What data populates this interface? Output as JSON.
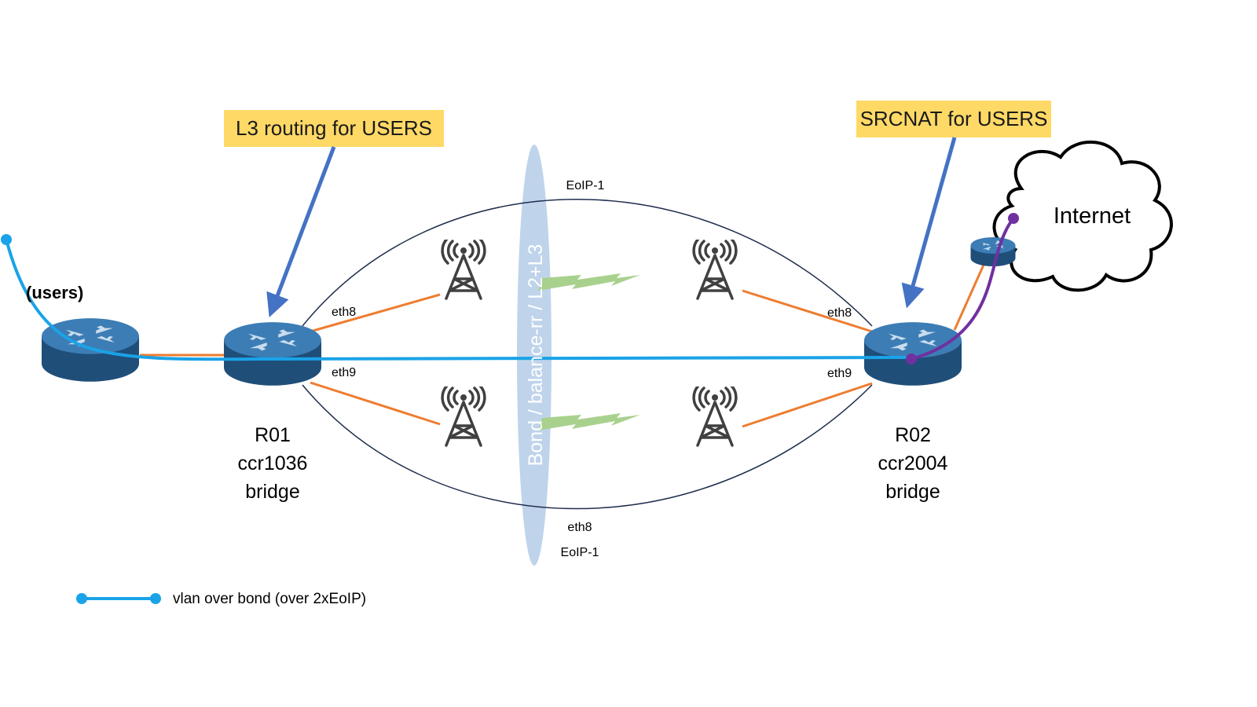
{
  "callouts": {
    "left": "L3 routing for USERS",
    "right": "SRCNAT for USERS"
  },
  "cloud": {
    "label": "Internet"
  },
  "users_label": "(users)",
  "bond": {
    "label": "Bond / balance-rr / L2+L3"
  },
  "tunnels": {
    "top_label": "EoIP-1",
    "bottom_label": "EoIP-1",
    "bottom_port": "eth8"
  },
  "r01": {
    "name": "R01",
    "model": "ccr1036",
    "mode": "bridge",
    "port_top": "eth8",
    "port_bottom": "eth9"
  },
  "r02": {
    "name": "R02",
    "model": "ccr2004",
    "mode": "bridge",
    "port_top": "eth8",
    "port_bottom": "eth9"
  },
  "legend": {
    "label": "vlan over bond (over 2xEoIP)"
  },
  "colors": {
    "vlan_line": "#1aa3e8",
    "orange_link": "#ed7d31",
    "eoip_curve": "#1f2d4d",
    "callout_bg": "#ffd966",
    "arrow": "#4472c4",
    "purple_path": "#7030a0",
    "bond_ellipse": "#b4cce8",
    "router_top": "#3d7db5",
    "router_side": "#1f4e79"
  }
}
